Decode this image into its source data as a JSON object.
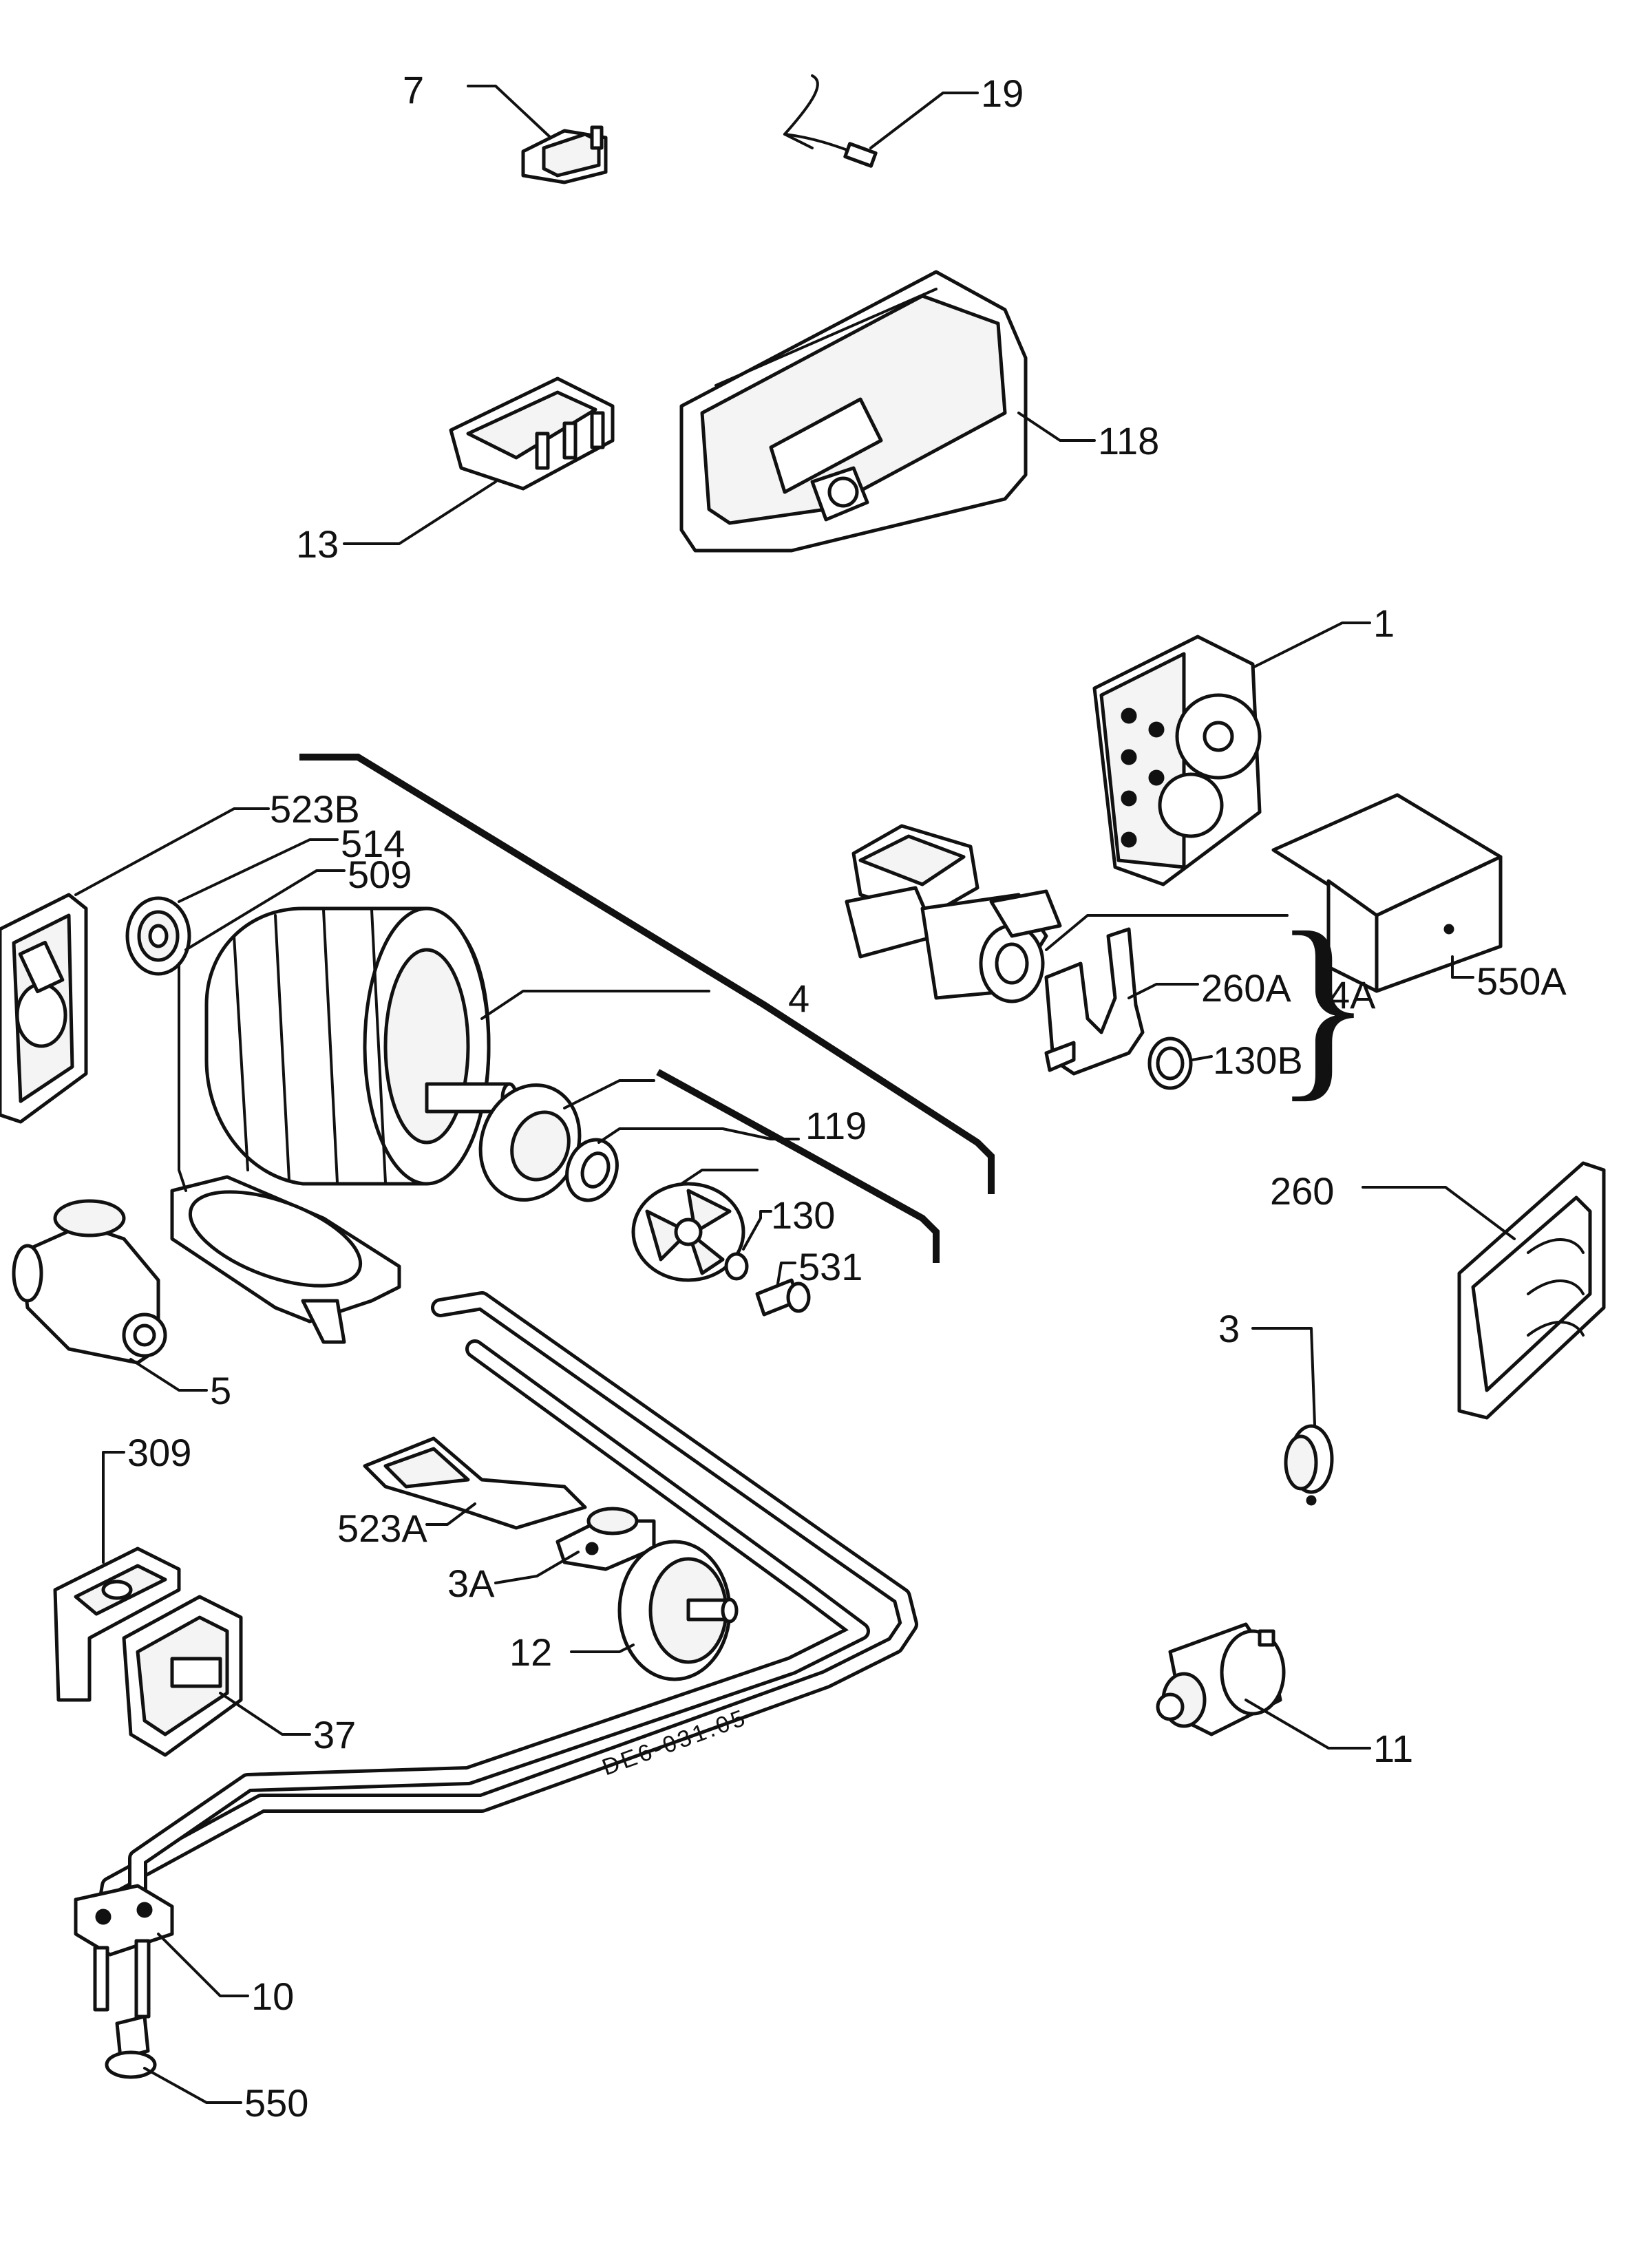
{
  "diagram_code": "DE6-031.05",
  "callouts": {
    "p1": "1",
    "p3": "3",
    "p3A": "3A",
    "p4": "4",
    "p4A": "4A",
    "p5": "5",
    "p7": "7",
    "p10": "10",
    "p11": "11",
    "p12": "12",
    "p13": "13",
    "p19": "19",
    "p37": "37",
    "p118": "118",
    "p119": "119",
    "p130": "130",
    "p130B": "130B",
    "p260": "260",
    "p260A": "260A",
    "p309": "309",
    "p509": "509",
    "p514": "514",
    "p523A": "523A",
    "p523B": "523B",
    "p531": "531",
    "p550": "550",
    "p550A": "550A"
  }
}
